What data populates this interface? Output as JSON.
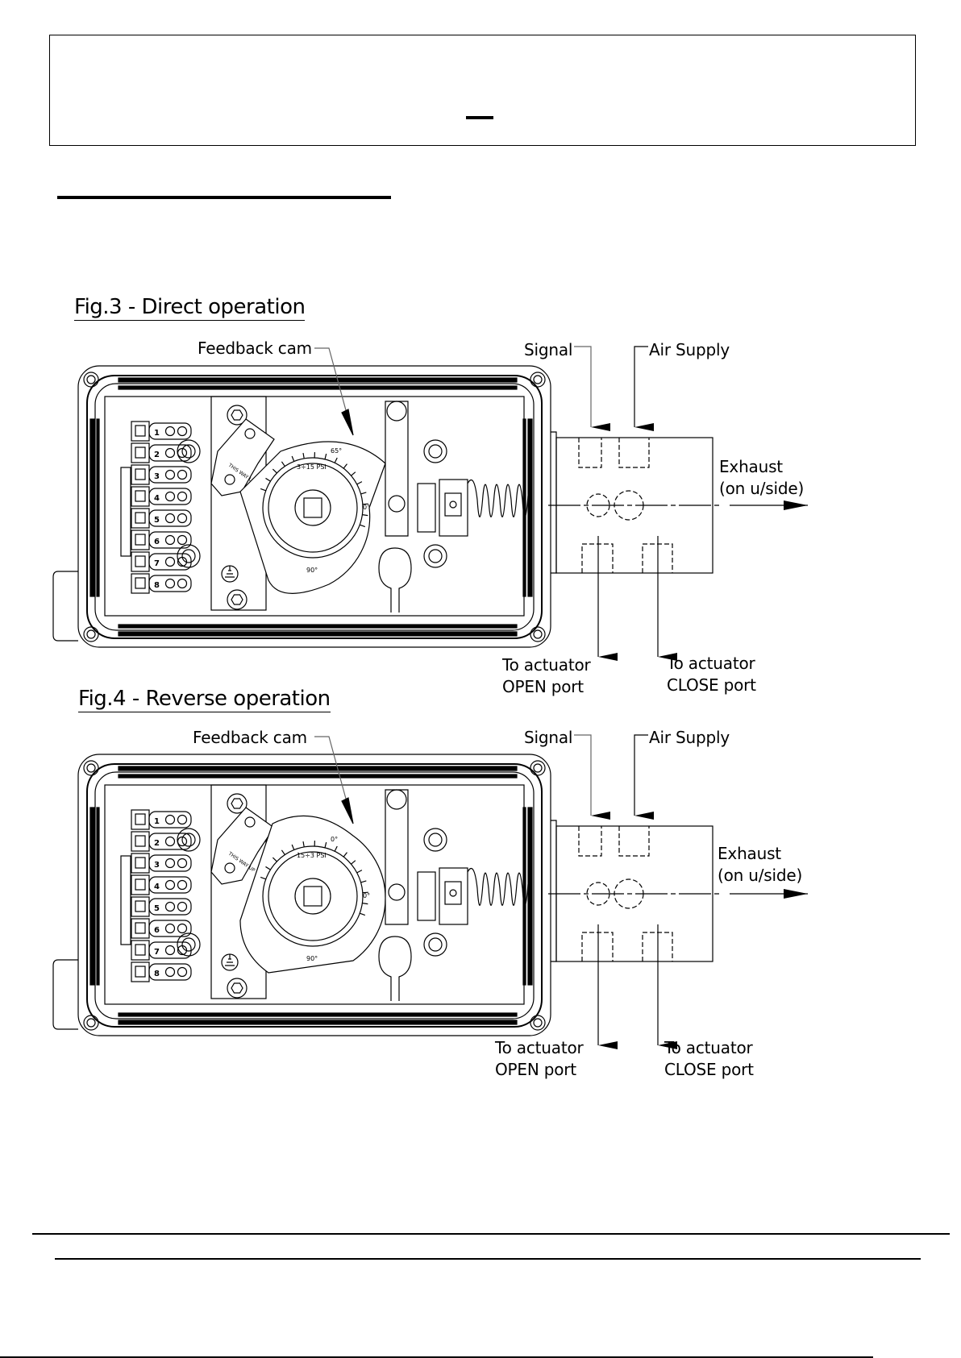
{
  "figures": [
    {
      "title": "Fig.3 - Direct operation",
      "feedback_cam": "Feedback cam",
      "signal": "Signal",
      "air_supply": "Air Supply",
      "exhaust_line1": "Exhaust",
      "exhaust_line2": "(on u/side)",
      "open_line1": "To actuator",
      "open_line2": "OPEN port",
      "close_line1": "To actuator",
      "close_line2": "CLOSE port",
      "cam_scale": [
        "65°",
        "3÷15 PSI",
        "0°",
        "90°"
      ]
    },
    {
      "title": "Fig.4 - Reverse operation",
      "feedback_cam": "Feedback cam",
      "signal": "Signal",
      "air_supply": "Air Supply",
      "exhaust_line1": "Exhaust",
      "exhaust_line2": "(on u/side)",
      "open_line1": "To actuator",
      "open_line2": "OPEN port",
      "close_line1": "To actuator",
      "close_line2": "CLOSE port",
      "cam_scale": [
        "0°",
        "15÷3 PSI",
        "0°",
        "90°"
      ]
    }
  ],
  "device": {
    "terminals": [
      "1",
      "2",
      "3",
      "4",
      "5",
      "6",
      "7",
      "8"
    ],
    "bracket_text": "THIS WAY UP"
  }
}
